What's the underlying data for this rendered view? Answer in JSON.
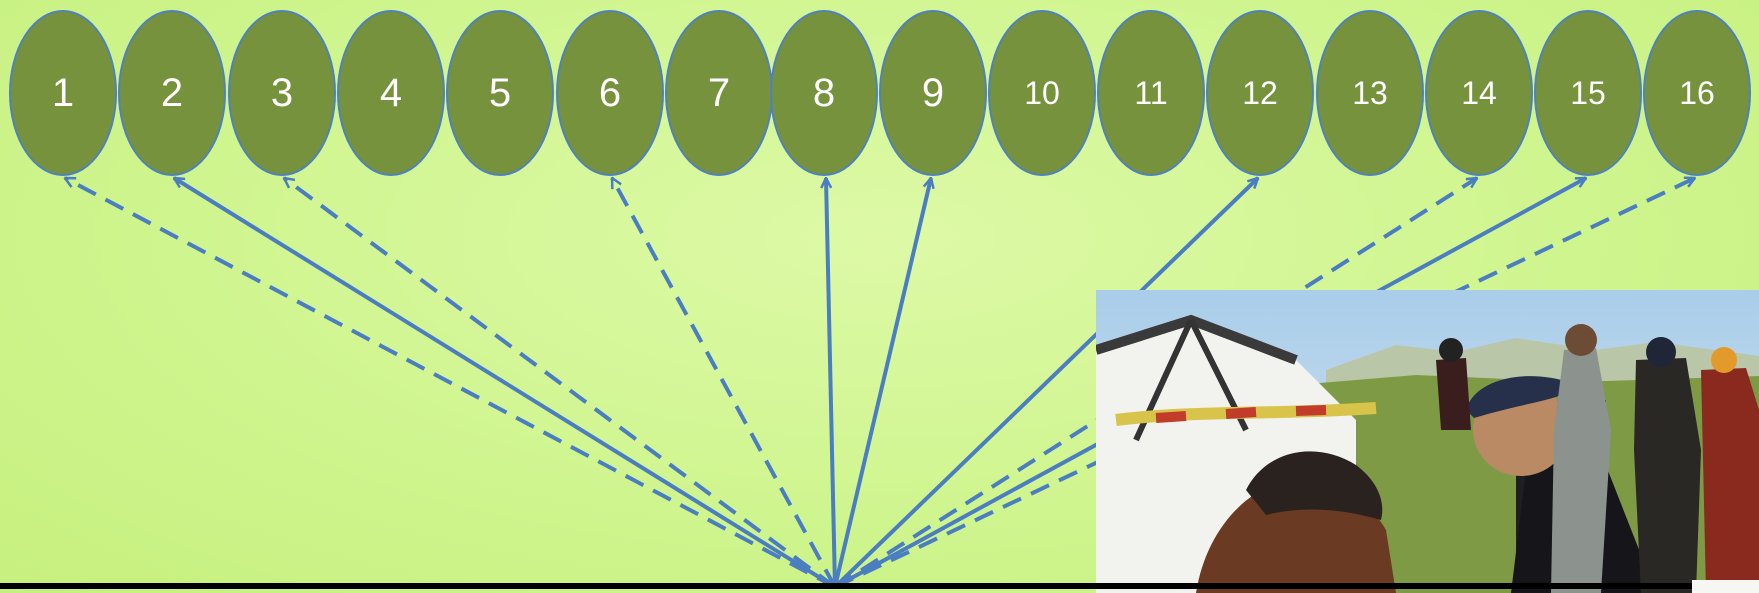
{
  "nodes": [
    {
      "label": "1"
    },
    {
      "label": "2"
    },
    {
      "label": "3"
    },
    {
      "label": "4"
    },
    {
      "label": "5"
    },
    {
      "label": "6"
    },
    {
      "label": "7"
    },
    {
      "label": "8"
    },
    {
      "label": "9"
    },
    {
      "label": "10"
    },
    {
      "label": "11"
    },
    {
      "label": "12"
    },
    {
      "label": "13"
    },
    {
      "label": "14"
    },
    {
      "label": "15"
    },
    {
      "label": "16"
    }
  ],
  "connections": [
    {
      "target": "1",
      "style": "dashed"
    },
    {
      "target": "2",
      "style": "solid"
    },
    {
      "target": "3",
      "style": "dashed"
    },
    {
      "target": "6",
      "style": "dashed"
    },
    {
      "target": "8",
      "style": "solid"
    },
    {
      "target": "9",
      "style": "solid"
    },
    {
      "target": "12",
      "style": "solid"
    },
    {
      "target": "14",
      "style": "dashed"
    },
    {
      "target": "15",
      "style": "solid"
    },
    {
      "target": "16",
      "style": "dashed"
    }
  ],
  "colors": {
    "node_fill": "#76923c",
    "node_stroke": "#4f81bd",
    "arrow": "#4a7ec1",
    "background": "#cff58f"
  }
}
